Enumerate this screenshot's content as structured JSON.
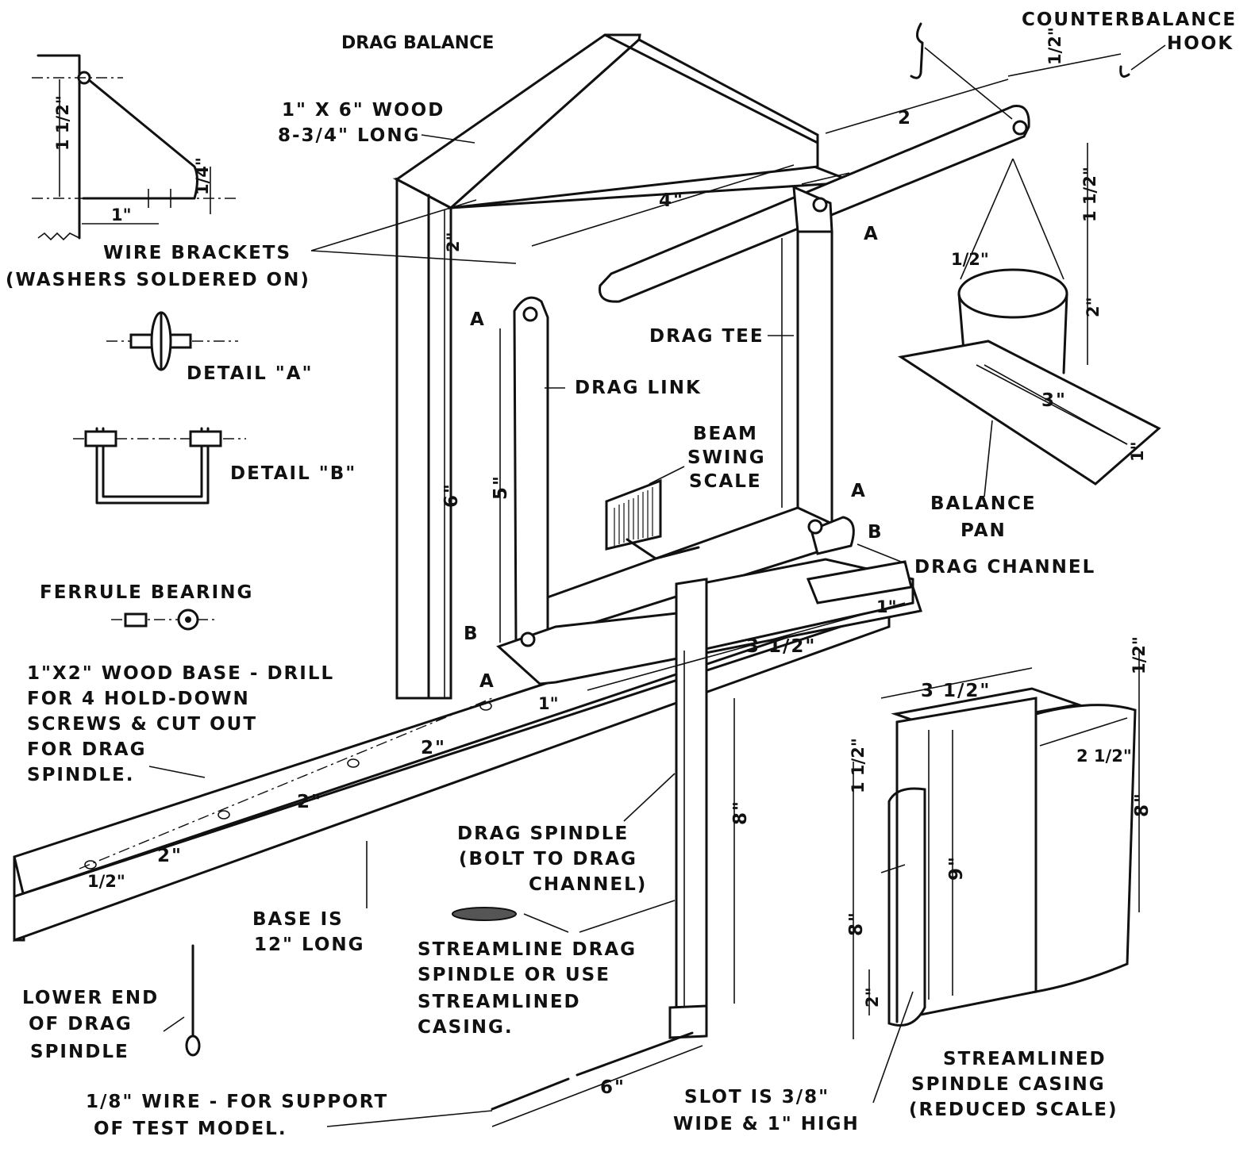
{
  "title": "DRAG BALANCE",
  "labels": {
    "counterbalance_1": "COUNTERBALANCE",
    "counterbalance_2": "HOOK",
    "wood_1": "1\" X 6\" WOOD",
    "wood_2": "8-3/4\" LONG",
    "wire_brackets_1": "WIRE BRACKETS",
    "wire_brackets_2": "(WASHERS SOLDERED ON)",
    "detail_a": "DETAIL \"A\"",
    "detail_b": "DETAIL \"B\"",
    "drag_link": "DRAG LINK",
    "drag_tee": "DRAG TEE",
    "beam_1": "BEAM",
    "beam_2": "SWING",
    "beam_3": "SCALE",
    "balance_pan_1": "BALANCE",
    "balance_pan_2": "PAN",
    "drag_channel": "DRAG CHANNEL",
    "ferrule": "FERRULE BEARING",
    "base_1": "1\"X2\" WOOD BASE - DRILL",
    "base_2": "FOR 4 HOLD-DOWN",
    "base_3": "SCREWS & CUT OUT",
    "base_4": "FOR DRAG",
    "base_5": "SPINDLE.",
    "drag_spindle_1": "DRAG SPINDLE",
    "drag_spindle_2": "(BOLT TO DRAG",
    "drag_spindle_3": "CHANNEL)",
    "base_long_1": "BASE IS",
    "base_long_2": "12\" LONG",
    "streamline_1": "STREAMLINE DRAG",
    "streamline_2": "SPINDLE OR USE",
    "streamline_3": "STREAMLINED",
    "streamline_4": "CASING.",
    "lower_end_1": "LOWER END",
    "lower_end_2": "OF DRAG",
    "lower_end_3": "SPINDLE",
    "wire_1": "1/8\" WIRE - FOR SUPPORT",
    "wire_2": "OF TEST MODEL.",
    "slot_1": "SLOT IS 3/8\"",
    "slot_2": "WIDE & 1\" HIGH",
    "casing_1": "STREAMLINED",
    "casing_2": "SPINDLE CASING",
    "casing_3": "(REDUCED SCALE)",
    "point_a": "A",
    "point_b": "B"
  },
  "dimensions": {
    "half": "1/2\"",
    "two": "2",
    "four": "4\"",
    "two_in": "2\"",
    "one_and_half": "1 1/2\"",
    "quarter": "1/4\"",
    "one": "1\"",
    "six": "6\"",
    "five": "5\"",
    "three": "3\"",
    "three_and_half": "3 1/2\"",
    "eight": "8\"",
    "nine": "9\"",
    "two_and_half": "2 1/2\"",
    "pan_one": "1\""
  }
}
